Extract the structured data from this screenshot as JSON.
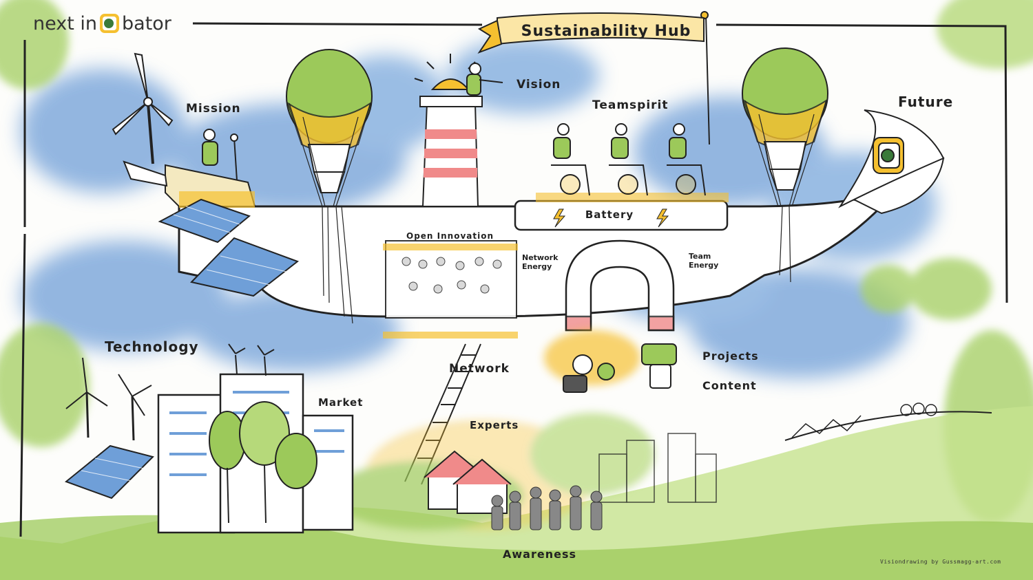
{
  "brand": {
    "part1": "next in",
    "part2": "bator",
    "logo_icon": "globe-incubator-logo-icon"
  },
  "banner": {
    "title": "Sustainability Hub"
  },
  "labels": {
    "mission": "Mission",
    "vision": "Vision",
    "teamspirit": "Teamspirit",
    "future": "Future",
    "battery": "Battery",
    "open_innovation": "Open Innovation",
    "network_energy": "Network Energy",
    "team_energy": "Team Energy",
    "technology": "Technology",
    "network": "Network",
    "market": "Market",
    "experts": "Experts",
    "projects": "Projects",
    "content": "Content",
    "awareness": "Awareness"
  },
  "credit": "Visiondrawing by Gussmagg-art.com",
  "colors": {
    "sky_blue": "#6f9fd8",
    "leaf_green": "#9cc95a",
    "accent_yellow": "#f5c030",
    "ink": "#222222",
    "stripe_red": "#f08a8a"
  }
}
